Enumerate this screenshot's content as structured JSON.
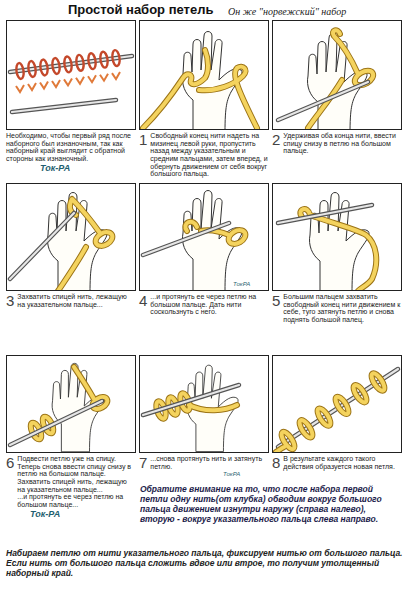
{
  "diagram": {
    "title": "Простой набор петель",
    "nodes": [
      {
        "text": [
          "Необходимо, чтобы первый ряд после наборного был изнаночным, так как наборный край выглядит с обратной стороны как изнаночный."
        ]
      },
      {
        "text": [
          "1",
          "Свободный конец нити надеть на мизинец левой руки, пропустить назад между указательным и средним пальцами, затем вперед, и обернуть движением от себя вокруг большого пальца."
        ]
      },
      {
        "text": [
          "2",
          "Удерживая оба конца нити, ввести спицу снизу в петлю на большом пальце."
        ]
      },
      {
        "text": [
          "3",
          "Захватить спицей нить, лежащую на указательном пальце..."
        ]
      },
      {
        "text": [
          "4",
          "...и протянуть ее через петлю на большом пальце. Дать нити соскользнуть с него."
        ]
      },
      {
        "text": [
          "5",
          "Большим пальцем захватить свободный конец нити движением к себе, туго затянуть петлю и снова поднять большой палец."
        ]
      },
      {
        "text": [
          "6",
          "Подвести петлю уже на спицу. Теперь снова ввести спицу снизу в петлю на большом пальце.",
          "Захватить спицей нить, лежащую на указательном пальце...",
          "...и протянуть ее через петлю на большом пальце..."
        ]
      },
      {
        "text": [
          "7",
          "...снова протянуть нить и затянуть петлю."
        ]
      },
      {
        "text": [
          "8",
          "В результате каждого такого действия образуется новая петля."
        ]
      }
    ],
    "labels": [
      "Он же \"норвежский\" набор",
      "Ток-РА",
      "ТокРА",
      "ТокРА",
      "Ток-РА",
      "Обратите внимание на то, что после набора первой петли одну нить(от клубка) обводим вокруг большого пальца движением изнутри наружу (справа налево), вторую - вокруг указательного пальца слева направо.",
      "Набираем петлю от нити указательного пальца, фиксируем нитью от большого пальца. Если нить от большого пальца сложить вдвое или втрое, то получим утолщенный наборный край."
    ]
  }
}
